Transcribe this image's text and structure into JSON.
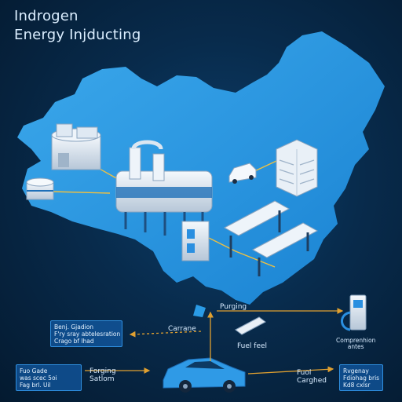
{
  "title": {
    "line1": "Indrogen",
    "line2": "Energy Injducting"
  },
  "labels": {
    "purging": "Purging",
    "fuel_feel": "Fuel feel",
    "carrane": "Carrane",
    "compression": "Comprenhion\nantes",
    "forging": "Forging\nSatlom",
    "fuel_charged": "Fuol\nCarghed"
  },
  "info_boxes": {
    "storage": [
      "Benj. Gjadion",
      "F'ry sray abtelesration",
      "Crago bf lhad"
    ],
    "station": [
      "Fuo Gade",
      "was scec 5oi",
      "Fag brl. Uil"
    ],
    "charged": [
      "Rvgenay",
      "Fdiohag bris",
      "Kd8 cxlsr"
    ]
  },
  "colors": {
    "background": "#062848",
    "land": "#2a9be6",
    "accent": "#1f8ef0",
    "flow_arrow": "#e0a030"
  }
}
